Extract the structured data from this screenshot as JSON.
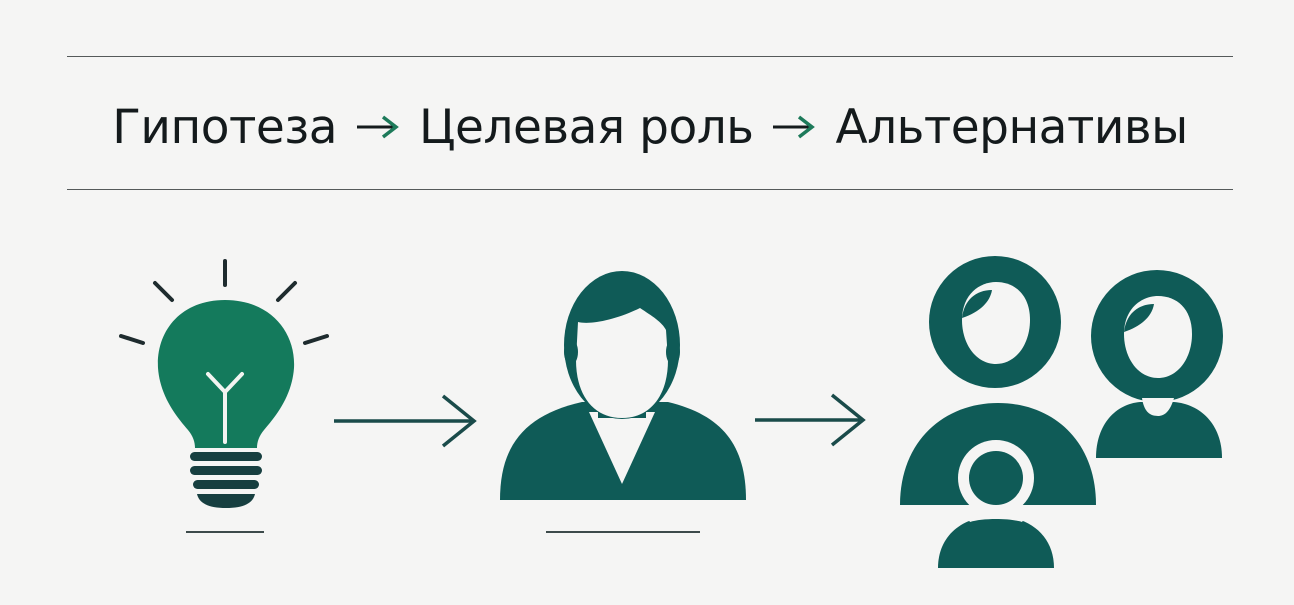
{
  "title": {
    "steps": [
      "Гипотеза",
      "Целевая роль",
      "Альтернативы"
    ]
  },
  "icons": {
    "step1": "lightbulb-icon",
    "step2": "person-icon",
    "step3": "group-of-people-icon",
    "connector": "arrow-right-icon"
  },
  "colors": {
    "background": "#f5f5f4",
    "text": "#141a1c",
    "bulb_green": "#147a5c",
    "people_teal": "#0f5b57",
    "arrow": "#1a4b4a",
    "title_arrow": "#1d7a5a",
    "rule": "#555a5a"
  }
}
